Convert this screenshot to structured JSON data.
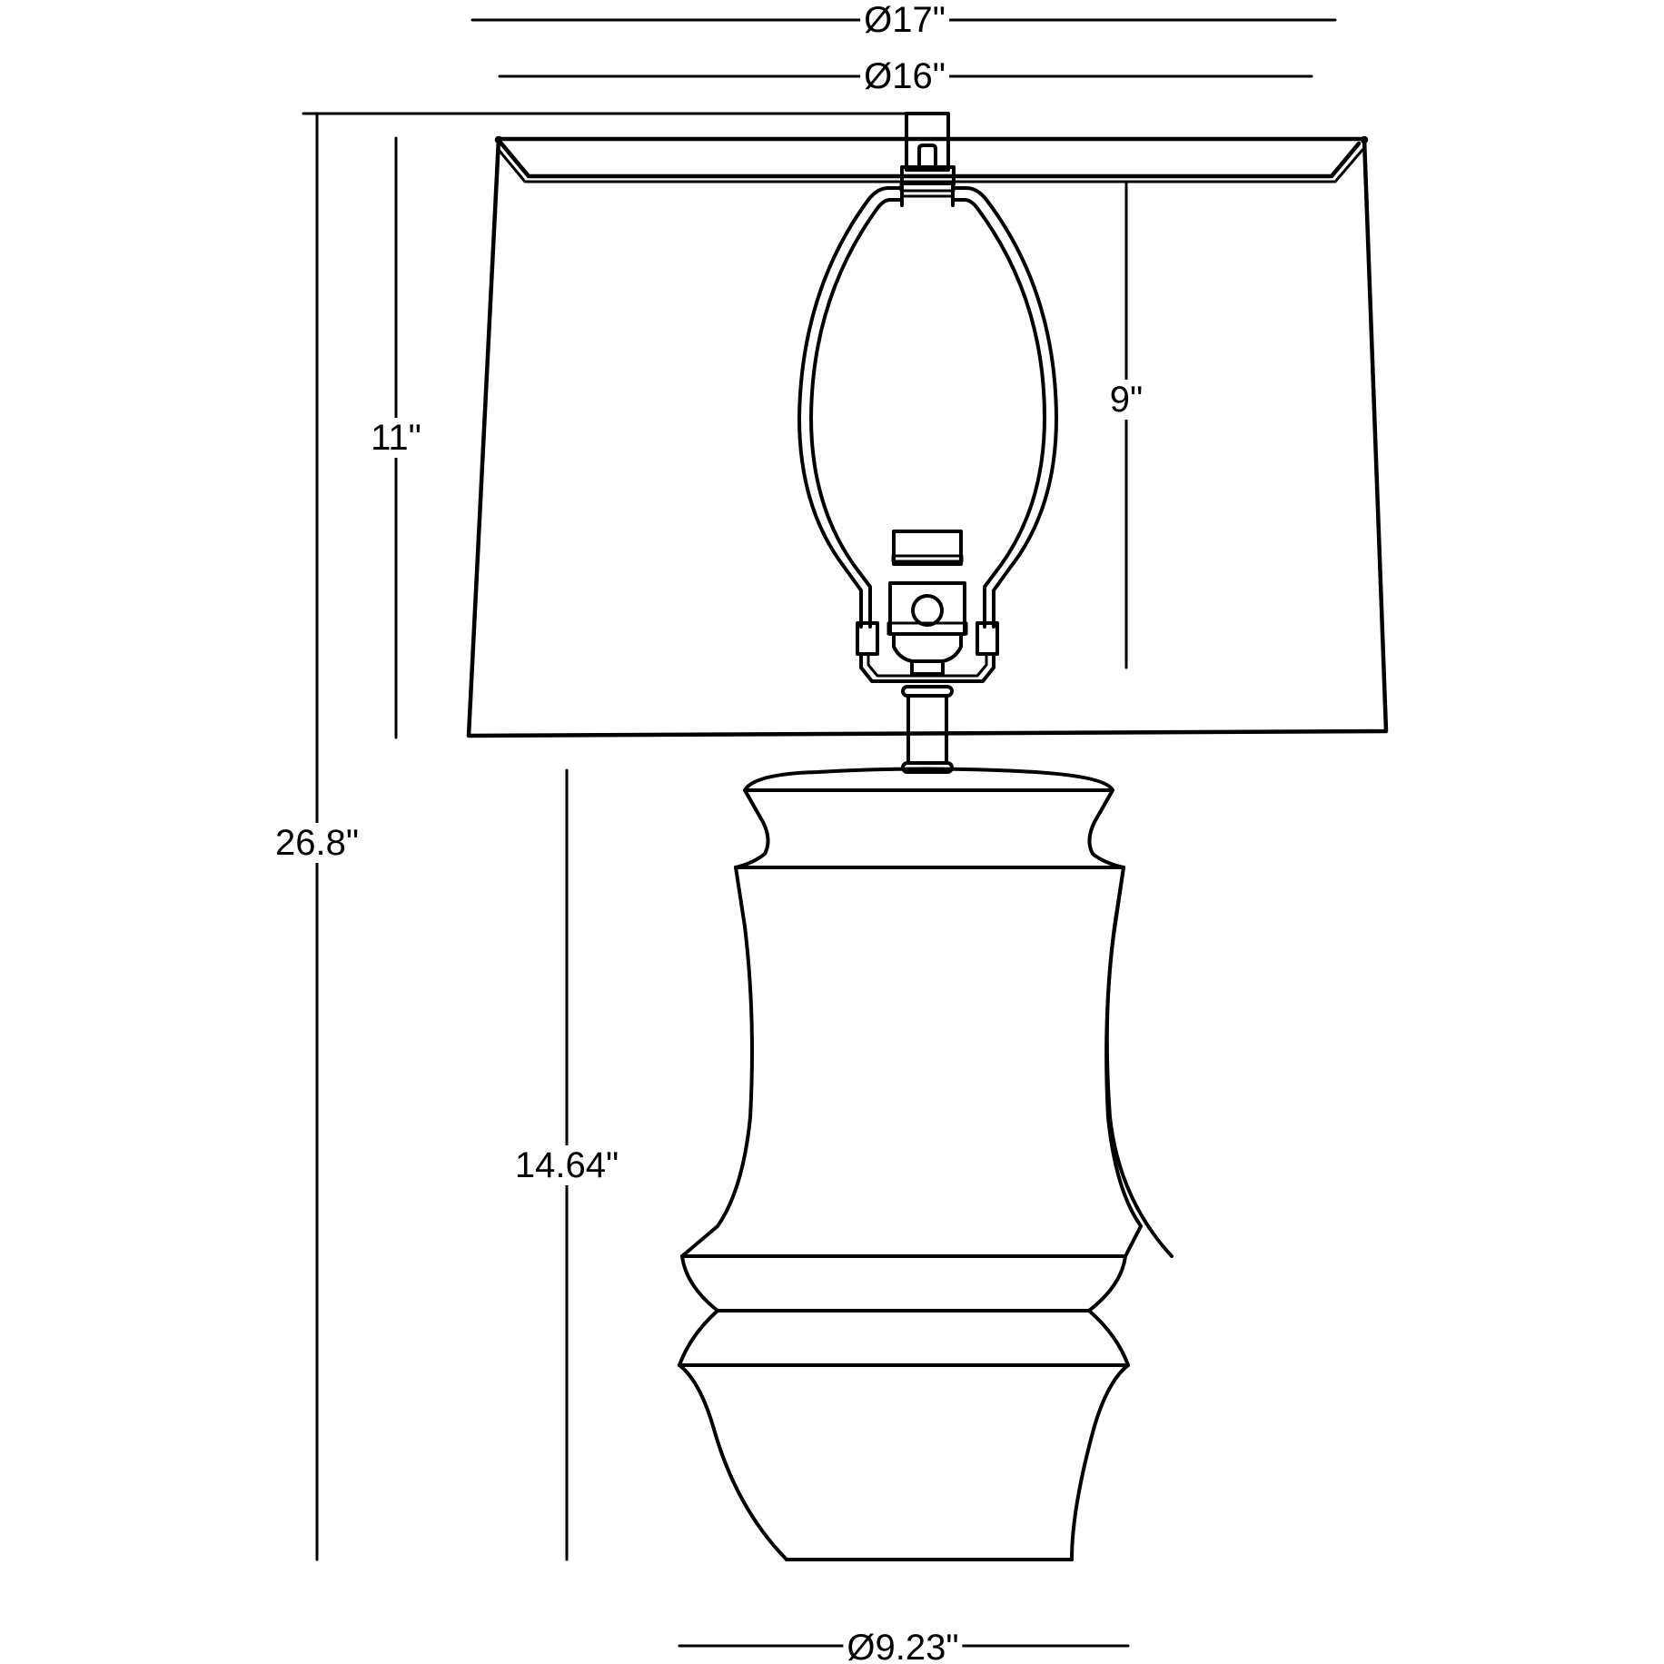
{
  "drawing": {
    "subject": "Table lamp dimension drawing",
    "line_color": "#000000",
    "background": "#ffffff"
  },
  "dimensions": {
    "shade_top_outer_diameter": "Ø17\"",
    "shade_top_inner_diameter": "Ø16\"",
    "overall_height": "26.8\"",
    "shade_height": "11\"",
    "harp_height": "9\"",
    "base_height": "14.64\"",
    "base_diameter": "Ø9.23\""
  }
}
